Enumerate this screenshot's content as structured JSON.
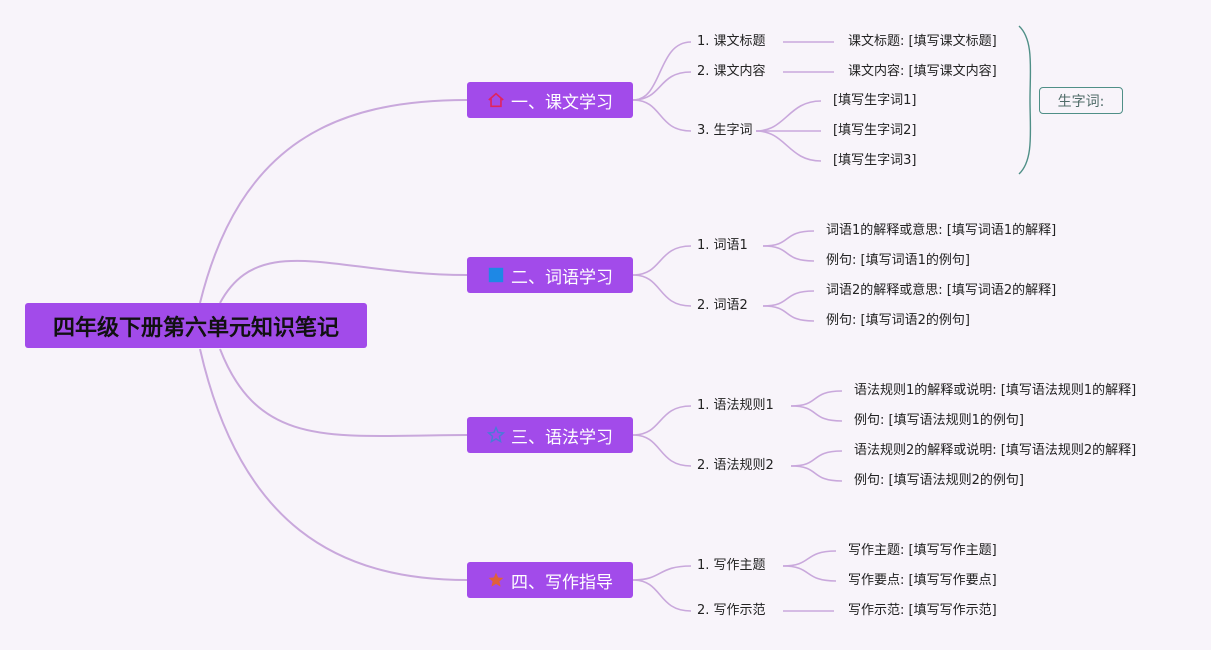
{
  "root": {
    "label": "四年级下册第六单元知识笔记"
  },
  "branches": [
    {
      "label": "一、课文学习",
      "icon": "home-icon",
      "icon_color": "#e0245e",
      "children": [
        {
          "label": "1. 课文标题",
          "details": [
            "课文标题: [填写课文标题]"
          ]
        },
        {
          "label": "2. 课文内容",
          "details": [
            "课文内容: [填写课文内容]"
          ]
        },
        {
          "label": "3. 生字词",
          "details": [
            "[填写生字词1]",
            "[填写生字词2]",
            "[填写生字词3]"
          ]
        }
      ]
    },
    {
      "label": "二、词语学习",
      "icon": "square-icon",
      "icon_color": "#1e88e5",
      "children": [
        {
          "label": "1. 词语1",
          "details": [
            "词语1的解释或意思: [填写词语1的解释]",
            "例句: [填写词语1的例句]"
          ]
        },
        {
          "label": "2. 词语2",
          "details": [
            "词语2的解释或意思: [填写词语2的解释]",
            "例句: [填写词语2的例句]"
          ]
        }
      ]
    },
    {
      "label": "三、语法学习",
      "icon": "star-outline-icon",
      "icon_color": "#4a7bd8",
      "children": [
        {
          "label": "1. 语法规则1",
          "details": [
            "语法规则1的解释或说明: [填写语法规则1的解释]",
            "例句: [填写语法规则1的例句]"
          ]
        },
        {
          "label": "2. 语法规则2",
          "details": [
            "语法规则2的解释或说明: [填写语法规则2的解释]",
            "例句: [填写语法规则2的例句]"
          ]
        }
      ]
    },
    {
      "label": "四、写作指导",
      "icon": "star-icon",
      "icon_color": "#e0603a",
      "children": [
        {
          "label": "1. 写作主题",
          "details": [
            "写作主题: [填写写作主题]",
            "写作要点: [填写写作要点]"
          ]
        },
        {
          "label": "2. 写作示范",
          "details": [
            "写作示范: [填写写作示范]"
          ]
        }
      ]
    }
  ],
  "summary": {
    "label": "生字词:"
  },
  "colors": {
    "background": "#f8f4fa",
    "node_fill": "#a24bea",
    "connector": "#c9a8dc",
    "summary_border": "#4f8f87"
  }
}
